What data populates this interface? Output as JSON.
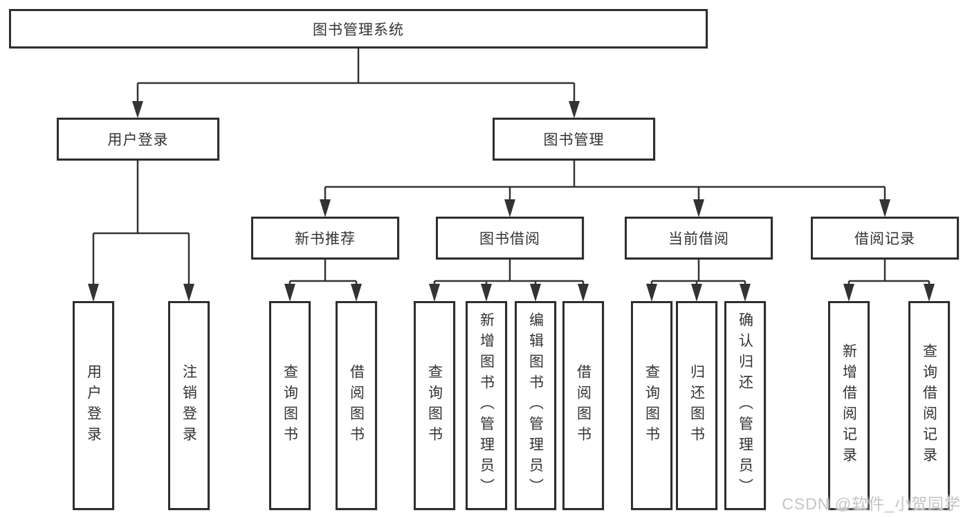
{
  "diagram": {
    "root": "图书管理系统",
    "level2": {
      "user_login": "用户登录",
      "book_mgmt": "图书管理"
    },
    "level3": {
      "new_books": "新书推荐",
      "borrowing": "图书借阅",
      "current": "当前借阅",
      "records": "借阅记录"
    },
    "leaves": {
      "user_login": "用户登录",
      "logout": "注销登录",
      "nb_query": "查询图书",
      "nb_borrow": "借阅图书",
      "bw_query": "查询图书",
      "bw_add": "新增图书（管理员）",
      "bw_edit": "编辑图书（管理员）",
      "bw_borrow": "借阅图书",
      "cur_query": "查询图书",
      "cur_return": "归还图书",
      "cur_confirm": "确认归还（管理员）",
      "rec_add": "新增借阅记录",
      "rec_query": "查询借阅记录"
    }
  },
  "watermark": "CSDN @软件_小贺同学",
  "colors": {
    "line": "#333333",
    "text": "#333333",
    "box_border": "#2e2e2e",
    "background": "#ffffff",
    "watermark": "#c4c4c4"
  }
}
